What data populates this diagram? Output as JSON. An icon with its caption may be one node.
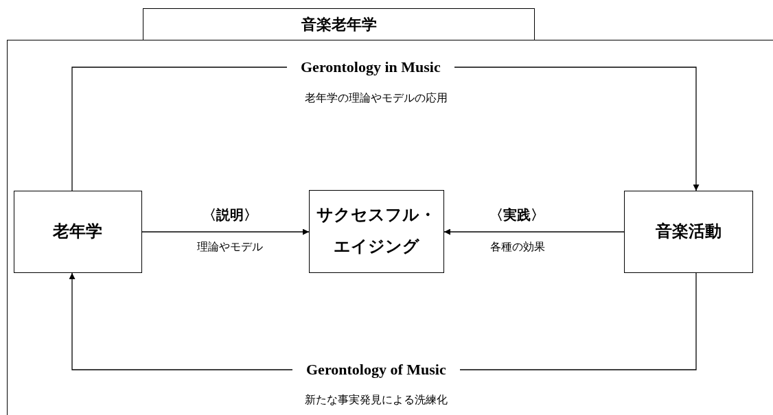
{
  "diagram": {
    "nodes": [
      {
        "text": [
          "音楽老年学"
        ]
      },
      {
        "text": [
          "老年学"
        ],
        "in": 0
      },
      {
        "text": [
          "サクセスフル・エイジング"
        ],
        "in": 0
      },
      {
        "text": [
          "音楽活動"
        ],
        "in": 0
      }
    ],
    "edges": [
      {
        "from": 1,
        "to": 2,
        "arrow": "to",
        "label": "〈説明〉"
      },
      {
        "from": 3,
        "to": 2,
        "arrow": "to",
        "label": "〈実践〉"
      },
      {
        "from": 1,
        "to": 3,
        "arrow": "to",
        "label": "Gerontology in Music"
      },
      {
        "from": 3,
        "to": 1,
        "arrow": "to",
        "label": "Gerontology of Music"
      }
    ],
    "labels": [
      "老年学の理論やモデルの応用",
      "理論やモデル",
      "各種の効果",
      "新たな事実発見による洗練化"
    ]
  }
}
